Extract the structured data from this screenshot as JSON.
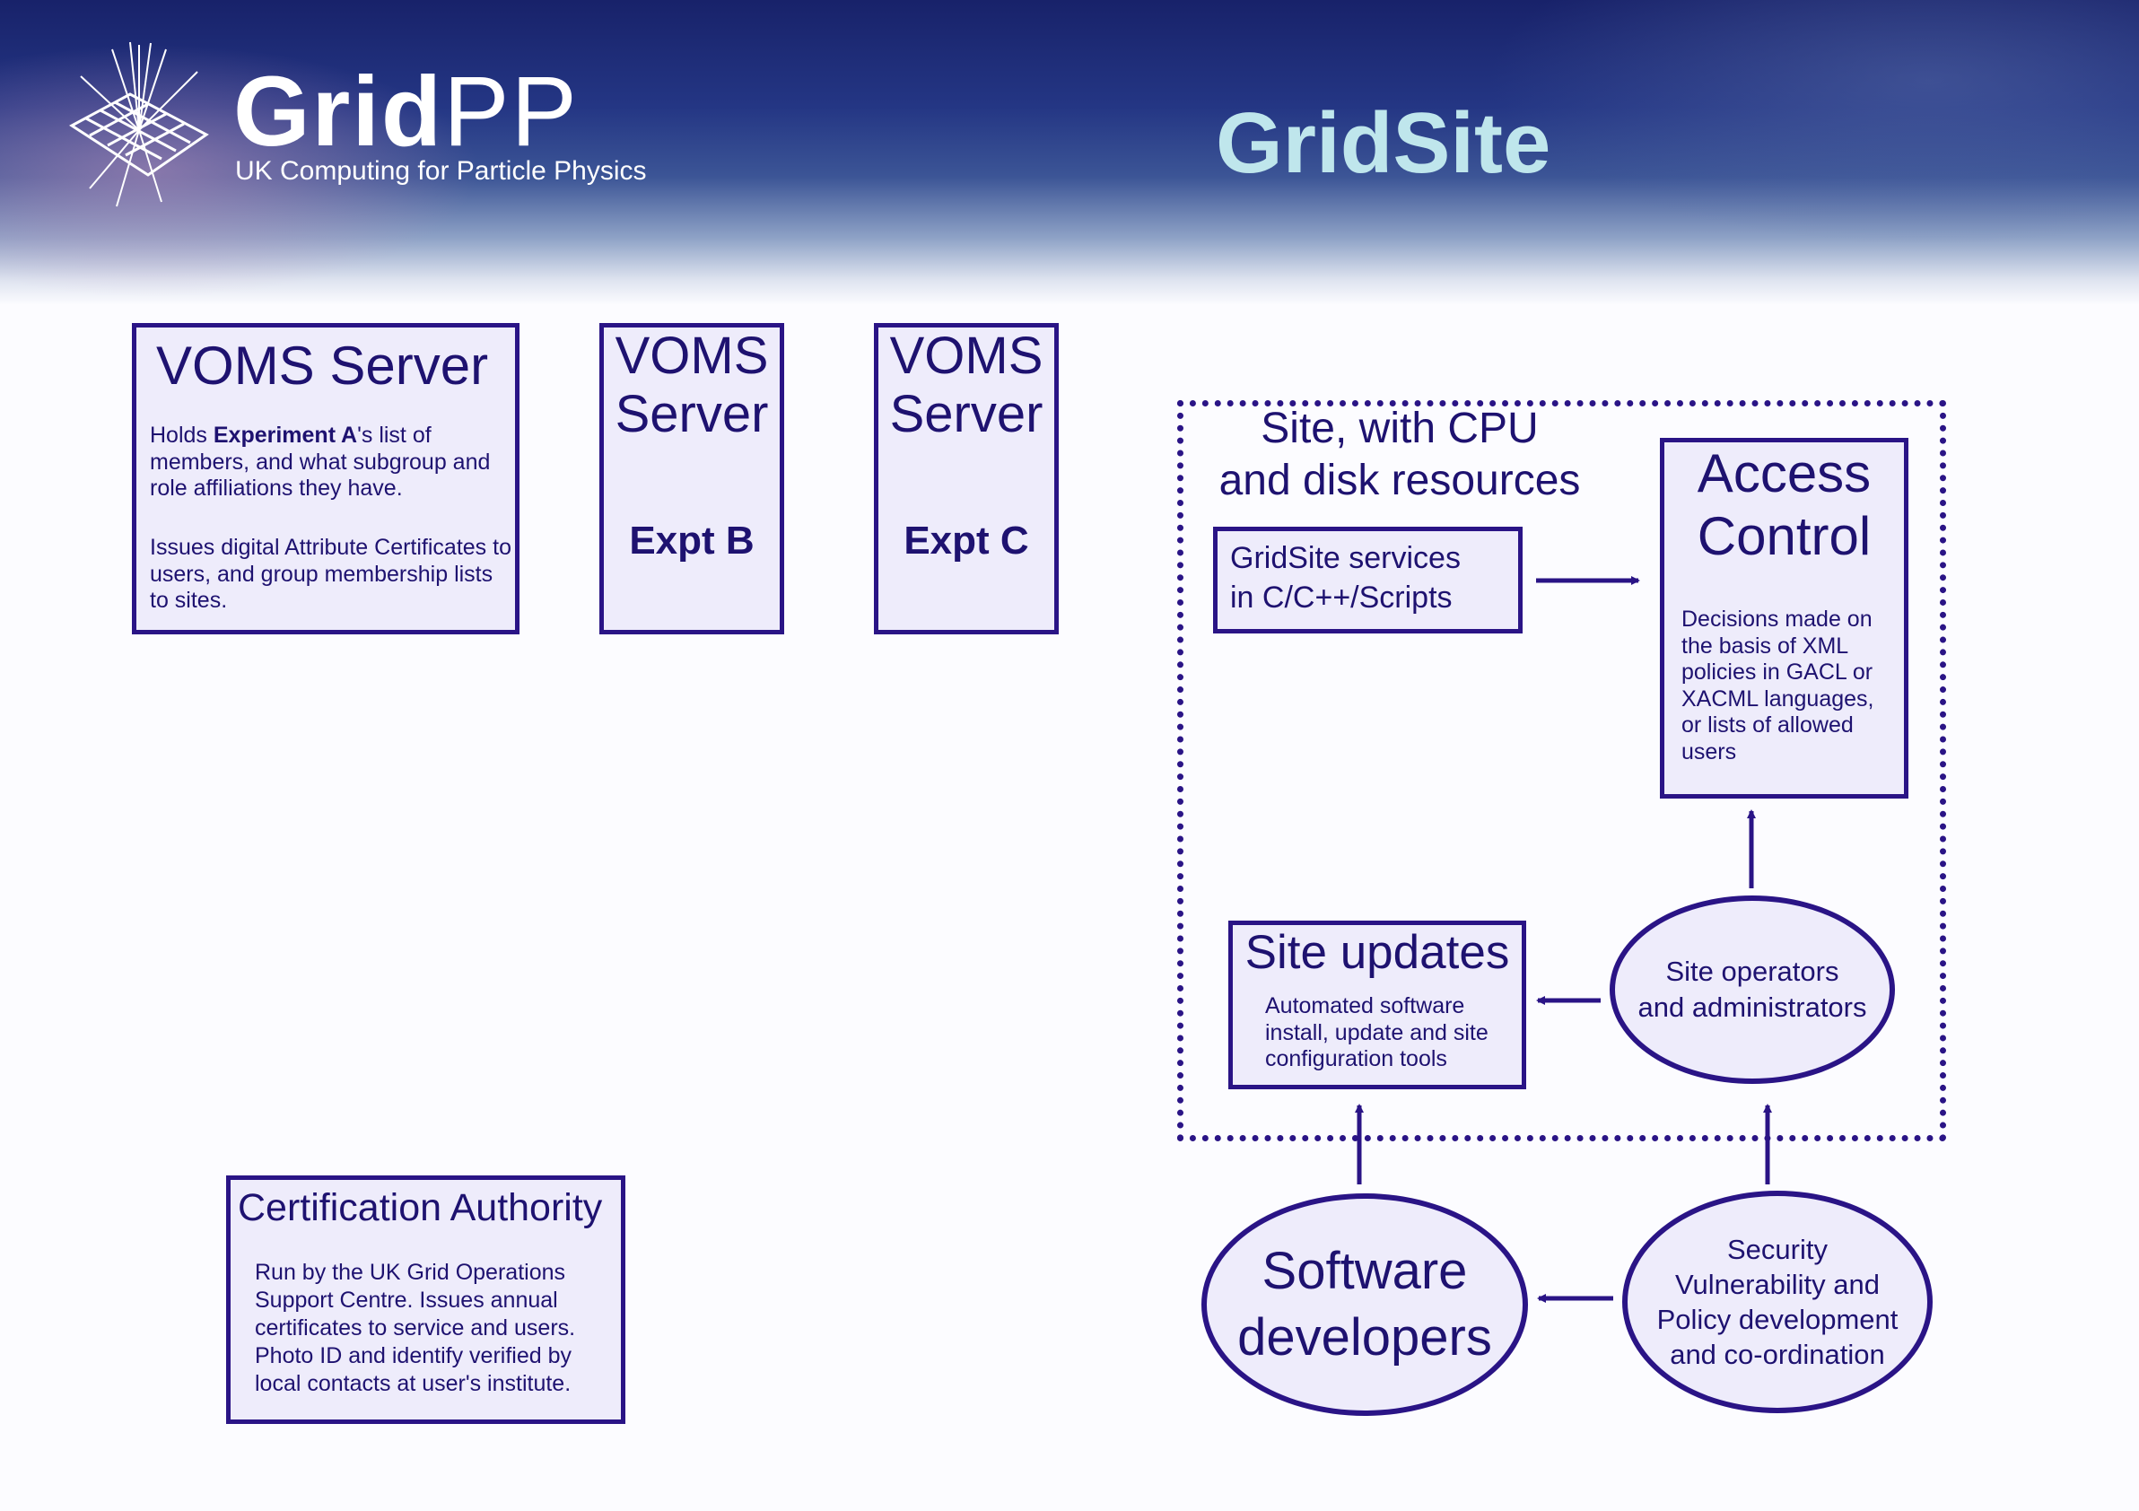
{
  "header": {
    "logo_main": "Grid",
    "logo_main_suffix": "PP",
    "logo_subtitle": "UK Computing for Particle Physics",
    "title": "GridSite"
  },
  "voms_a": {
    "title": "VOMS Server",
    "desc1_pre": "Holds ",
    "desc1_bold": "Experiment A",
    "desc1_post": "'s list of members, and what subgroup and role affiliations they have.",
    "desc2": "Issues digital Attribute Certificates to users, and group membership lists to sites."
  },
  "voms_b": {
    "title_line1": "VOMS",
    "title_line2": "Server",
    "expt": "Expt B"
  },
  "voms_c": {
    "title_line1": "VOMS",
    "title_line2": "Server",
    "expt": "Expt C"
  },
  "cert_authority": {
    "title": "Certification Authority",
    "desc": "Run by the UK Grid Operations Support Centre. Issues annual certificates to service and users. Photo ID and identify verified by local contacts at user's institute."
  },
  "site": {
    "label_line1": "Site, with CPU",
    "label_line2": "and disk resources",
    "services_line1": "GridSite services",
    "services_line2": "in C/C++/Scripts"
  },
  "access_control": {
    "title_line1": "Access",
    "title_line2": "Control",
    "desc": "Decisions made on the basis of XML policies in GACL or XACML languages, or lists of allowed users"
  },
  "site_updates": {
    "title": "Site updates",
    "desc": "Automated software install, update and site configuration tools"
  },
  "site_operators": {
    "line1": "Site operators",
    "line2": "and administrators"
  },
  "software_developers": {
    "line1": "Software",
    "line2": "developers"
  },
  "security": {
    "line1": "Security",
    "line2": "Vulnerability and",
    "line3": "Policy development",
    "line4": "and co-ordination"
  },
  "colors": {
    "stroke": "#2a1486",
    "box_fill": "#eeecfb",
    "title_accent": "#bfe6ec",
    "header_dark": "#18226a"
  }
}
